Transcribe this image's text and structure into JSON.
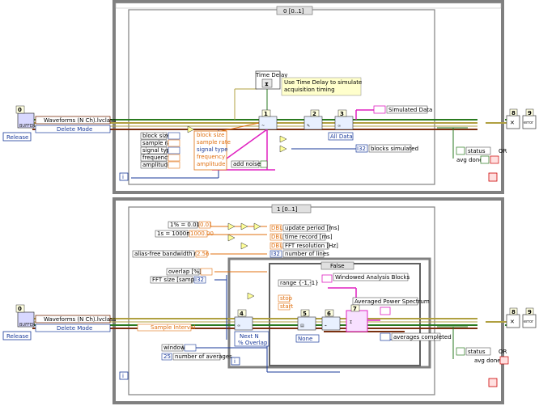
{
  "loop_top": {
    "case_selector": "0 [0..1]",
    "timed_delay_label": "Time Delay",
    "comment": [
      "Use Time Delay to simulate",
      "acquisition timing"
    ],
    "simulated_data_label": "Simulated Data",
    "controls": [
      "block size",
      "sample rate",
      "signal type",
      "frequency",
      "amplitude"
    ],
    "cluster_fields": [
      "block size",
      "sample rate",
      "signal type",
      "frequency",
      "amplitude"
    ],
    "add_noise": "add noise",
    "all_data": "All Data",
    "blocks_simulated": "blocks simulated",
    "status": "status",
    "avg_done": "avg done",
    "or": "OR",
    "node_nums": [
      "1",
      "2",
      "3"
    ]
  },
  "loop_bottom": {
    "case_selector": "1 [0..1]",
    "constants": [
      {
        "label": "1% = 0.01",
        "value": "0.01"
      },
      {
        "label": "1s = 1000ms",
        "value": "1000.00"
      },
      {
        "label": "alias-free bandwidth ratio",
        "value": "2.56"
      }
    ],
    "indicators": [
      "update period [ms]",
      "time record [ms]",
      "FFT resolution [Hz]",
      "number of lines"
    ],
    "overlap": "overlap [%]",
    "fft_size": "FFT size [samples]",
    "false_case": "False",
    "windowed_blocks": "Windowed Analysis Blocks",
    "range": "range {-1,-1}",
    "stop": "stop",
    "start": "start",
    "averaged_ps": "Averaged Power Spectrum",
    "averages_completed": "averages completed",
    "next_n_line1": "Next N",
    "next_n_line2": "% Overlap",
    "none_sel": "None",
    "window": "window",
    "number_averages": "number of averages",
    "number_averages_value": "25",
    "status": "status",
    "avg_done": "avg done",
    "or": "OR",
    "sample_interval": "Sample Interval",
    "node_nums": [
      "4",
      "5",
      "6",
      "7"
    ]
  },
  "left_top": {
    "class_name": "Waveforms (N Ch).lvclass",
    "mode": "Delete Mode",
    "release": "Release",
    "node_num": "0",
    "buffer": "BUFFER"
  },
  "left_bottom": {
    "class_name": "Waveforms (N Ch).lvclass",
    "mode": "Delete Mode",
    "release": "Release",
    "node_num": "0",
    "buffer": "BUFFER"
  },
  "right_top": {
    "node_nums": [
      "8",
      "9"
    ],
    "err_label": "error"
  },
  "right_bottom": {
    "node_nums": [
      "8",
      "9"
    ],
    "err_label": "error"
  },
  "misc": {
    "i_label": "i",
    "dtype_i32": "I32",
    "dtype_dbl": "DBL"
  },
  "colors": {
    "frame": "#7a7a7a",
    "wire_orange": "#e07010",
    "wire_blue": "#1a3a9a",
    "wire_pink": "#e020c0",
    "wire_green": "#2a7a20",
    "wire_brown": "#7a3010",
    "error_wire": "#b0a040"
  }
}
